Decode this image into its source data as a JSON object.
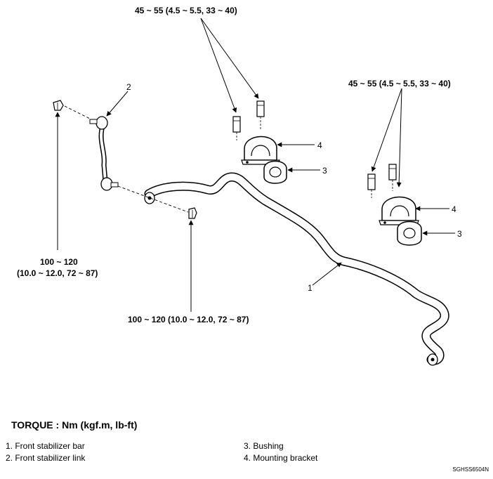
{
  "callouts": {
    "torque_top_center": "45 ~ 55 (4.5 ~ 5.5, 33 ~ 40)",
    "torque_top_right": "45 ~ 55 (4.5 ~ 5.5, 33 ~ 40)",
    "torque_link_line1": "100 ~ 120",
    "torque_link_line2": "(10.0 ~ 12.0, 72 ~ 87)",
    "torque_nut": "100 ~ 120 (10.0 ~ 12.0, 72 ~ 87)",
    "part_numbers": {
      "link": "2",
      "bracket_center": "4",
      "bushing_center": "3",
      "bracket_right": "4",
      "bushing_right": "3",
      "bar": "1"
    }
  },
  "torque_unit": "TORQUE : Nm (kgf.m, lb-ft)",
  "legend": {
    "left": [
      "1. Front stabilizer bar",
      "2. Front stabilizer link"
    ],
    "right": [
      "3. Bushing",
      "4. Mounting bracket"
    ]
  },
  "figure_code": "SGHSS6504N"
}
